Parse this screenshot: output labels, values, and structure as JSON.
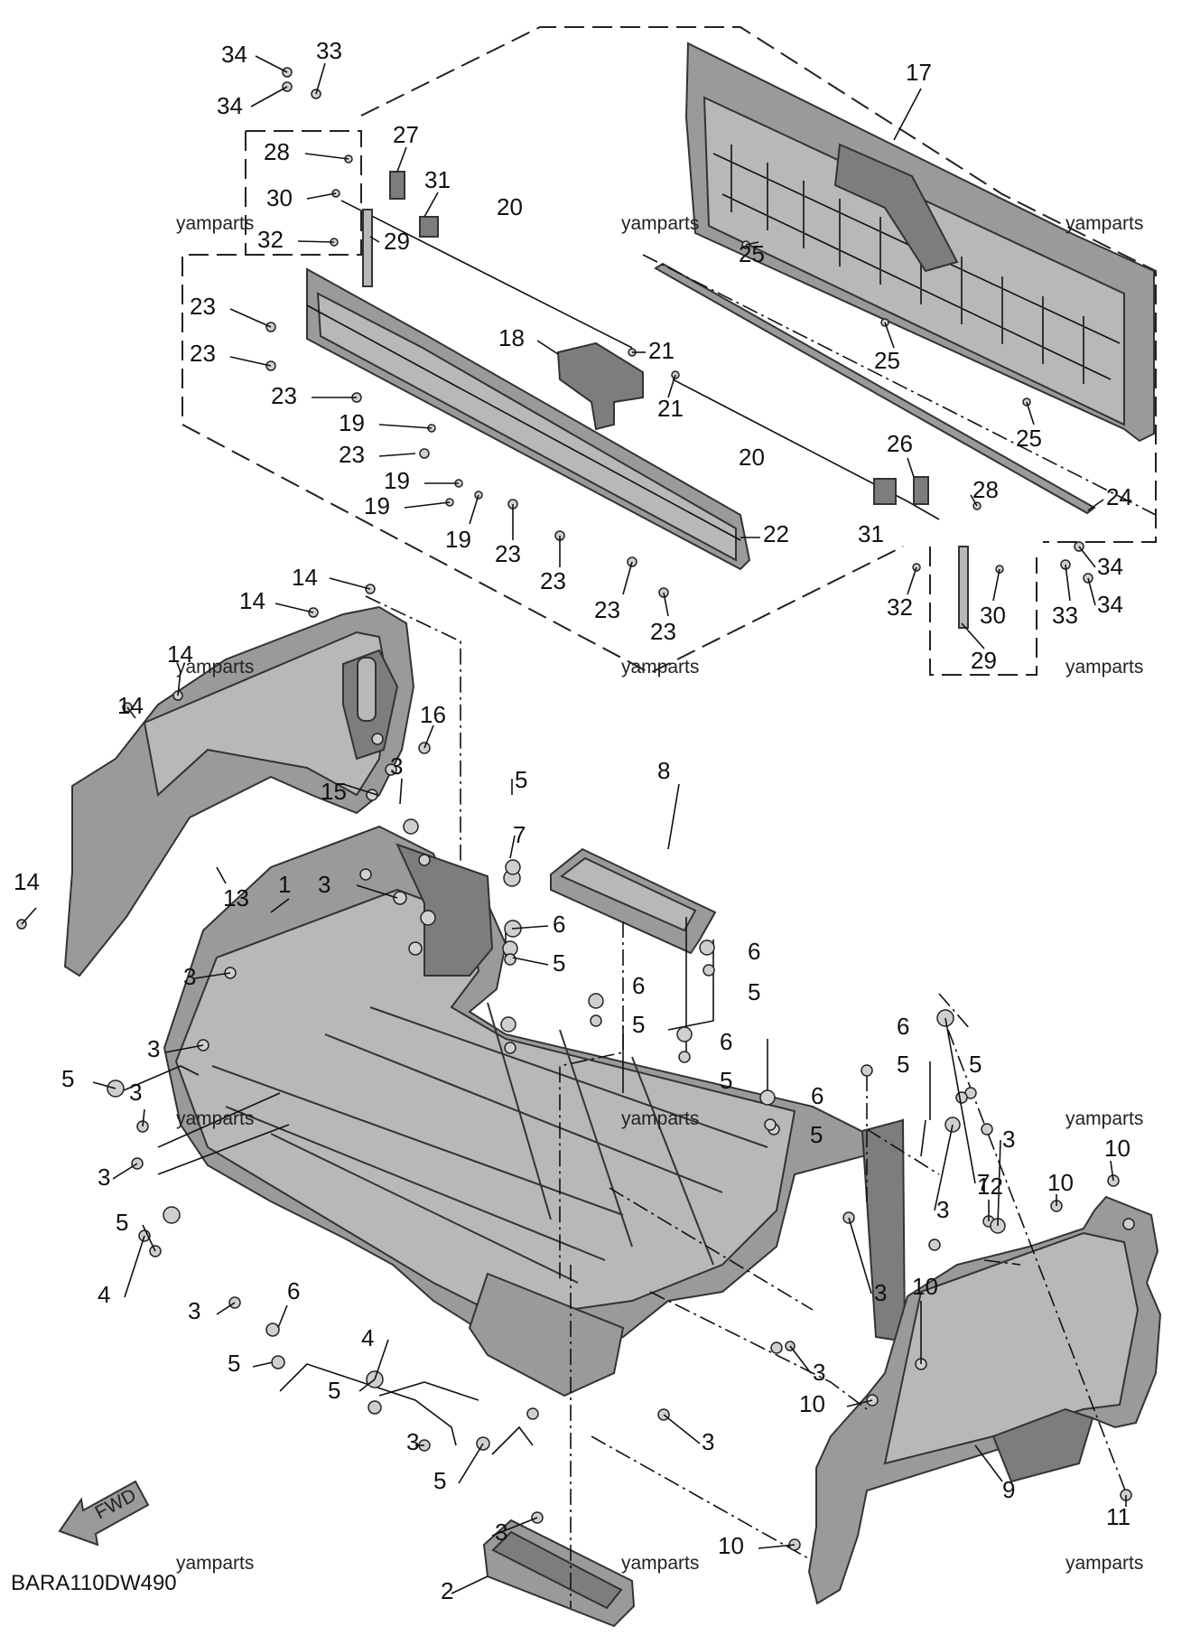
{
  "diagram_code": "BARA110DW490",
  "fwd_label": "FWD",
  "watermark": "yamparts",
  "callouts": {
    "p1": "1",
    "p2": "2",
    "p3": "3",
    "p4": "4",
    "p5": "5",
    "p6": "6",
    "p7": "7",
    "p8": "8",
    "p9": "9",
    "p10": "10",
    "p11": "11",
    "p12": "12",
    "p13": "13",
    "p14": "14",
    "p15": "15",
    "p16": "16",
    "p17": "17",
    "p18": "18",
    "p19": "19",
    "p20": "20",
    "p21": "21",
    "p22": "22",
    "p23": "23",
    "p24": "24",
    "p25": "25",
    "p26": "26",
    "p27": "27",
    "p28": "28",
    "p29": "29",
    "p30": "30",
    "p31": "31",
    "p32": "32",
    "p33": "33",
    "p34": "34"
  }
}
